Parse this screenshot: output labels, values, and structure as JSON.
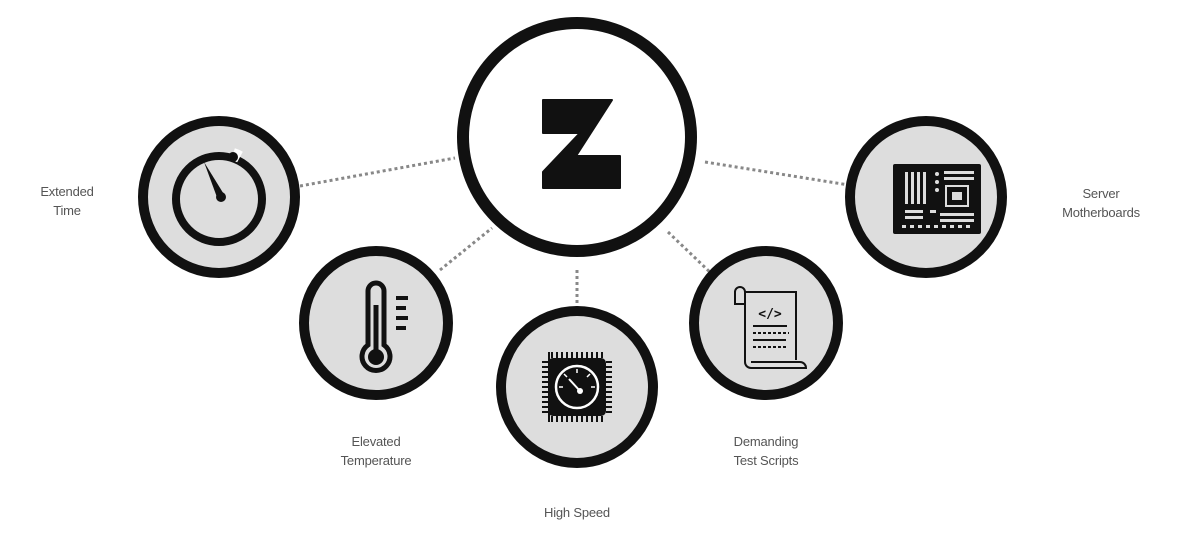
{
  "center": {
    "logo_letter": "Z",
    "icon": "z-logo-icon"
  },
  "nodes": [
    {
      "id": "extended-time",
      "icon": "timer-icon",
      "lines": [
        "Extended",
        "Time"
      ]
    },
    {
      "id": "elevated-temperature",
      "icon": "thermometer-icon",
      "lines": [
        "Elevated",
        "Temperature"
      ]
    },
    {
      "id": "high-speed",
      "icon": "cpu-speedometer-icon",
      "lines": [
        "High Speed"
      ]
    },
    {
      "id": "demanding-test-scripts",
      "icon": "script-code-icon",
      "lines": [
        "Demanding",
        "Test Scripts"
      ]
    },
    {
      "id": "server-motherboards",
      "icon": "motherboard-icon",
      "lines": [
        "Server",
        "Motherboards"
      ]
    }
  ],
  "colors": {
    "ring": "#111111",
    "fill": "#dddddd",
    "connector": "#888888",
    "label": "#555555",
    "background": "#ffffff"
  }
}
